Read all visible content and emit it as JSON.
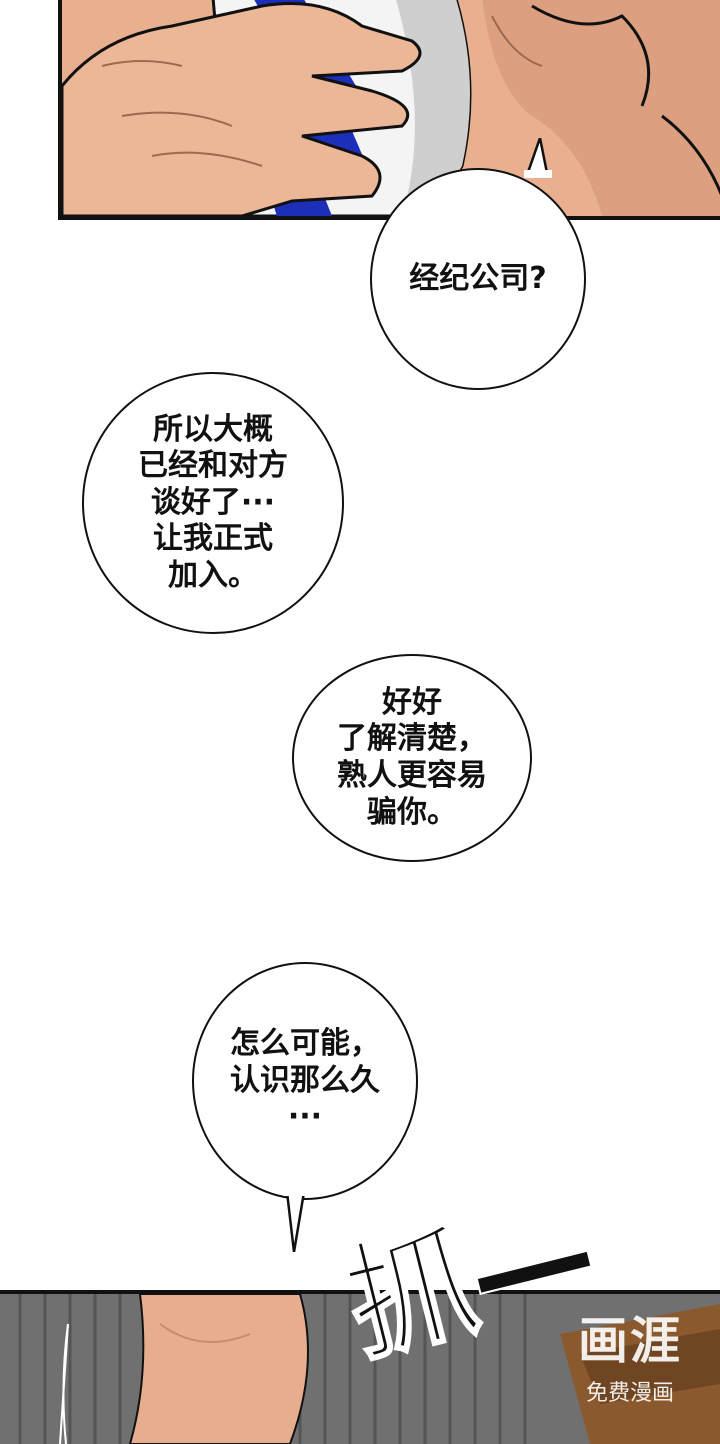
{
  "bubbles": [
    {
      "lines": [
        "经纪公司?"
      ]
    },
    {
      "lines": [
        "所以大概",
        "已经和对方",
        "谈好了···",
        "让我正式",
        "加入。"
      ]
    },
    {
      "lines": [
        "好好",
        "了解清楚，",
        "熟人更容易",
        "骗你。"
      ]
    },
    {
      "lines": [
        "怎么可能，",
        "认识那么久",
        "···"
      ]
    }
  ],
  "sfx": {
    "text": "抓—"
  },
  "watermark": {
    "logo": "画涯",
    "caption": "免费漫画"
  },
  "colors": {
    "skin": "#e9b08f",
    "skin_shadow": "#c98a6c",
    "blue": "#1d2fb8",
    "wall": "#6f6f6f",
    "wood": "#8a5a2e"
  }
}
